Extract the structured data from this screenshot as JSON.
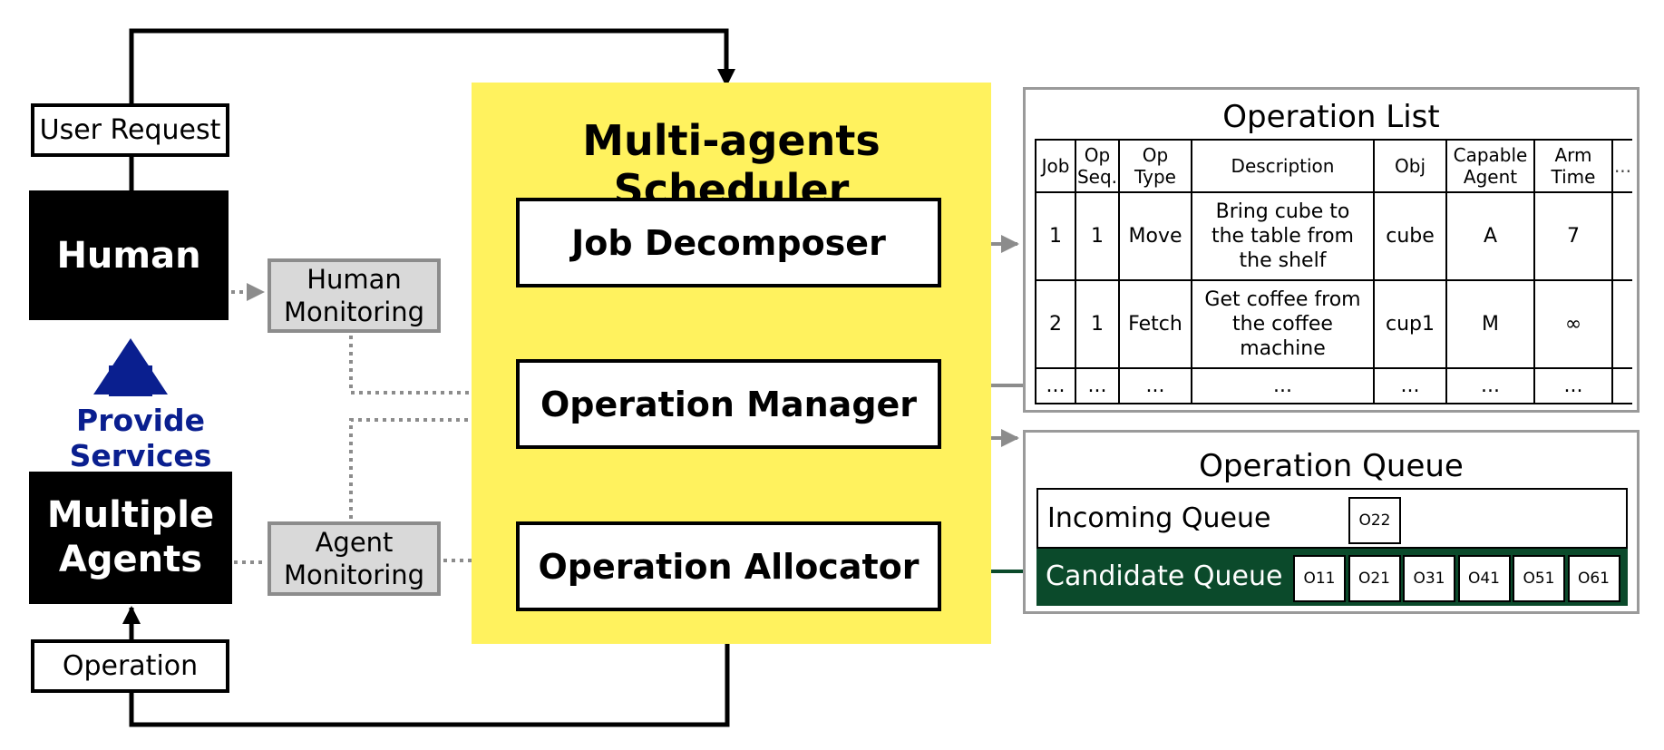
{
  "scheduler": {
    "title": "Multi-agents Scheduler",
    "background_color": "#fff25e",
    "modules": {
      "job_decomposer": "Job Decomposer",
      "operation_manager": "Operation Manager",
      "operation_allocator": "Operation Allocator"
    }
  },
  "left": {
    "user_request": "User Request",
    "human": "Human",
    "human_monitoring": [
      "Human",
      "Monitoring"
    ],
    "provide_services": "Provide Services",
    "multiple_agents": [
      "Multiple",
      "Agents"
    ],
    "agent_monitoring": [
      "Agent",
      "Monitoring"
    ],
    "operation": "Operation"
  },
  "operation_list": {
    "title": "Operation List",
    "columns": [
      [
        "Job"
      ],
      [
        "Op",
        "Seq."
      ],
      [
        "Op",
        "Type"
      ],
      [
        "Description"
      ],
      [
        "Obj"
      ],
      [
        "Capable",
        "Agent"
      ],
      [
        "Arm",
        "Time"
      ],
      [
        "..."
      ]
    ],
    "rows": [
      {
        "job": "1",
        "seq": "1",
        "type": "Move",
        "description": [
          "Bring cube to",
          "the table from",
          "the shelf"
        ],
        "obj": "cube",
        "agent": "A",
        "time": "7"
      },
      {
        "job": "2",
        "seq": "1",
        "type": "Fetch",
        "description": [
          "Get coffee from",
          "the coffee",
          "machine"
        ],
        "obj": "cup1",
        "agent": "M",
        "time": "∞"
      }
    ],
    "ellipsis": "..."
  },
  "operation_queue": {
    "title": "Operation Queue",
    "incoming_label": "Incoming Queue",
    "incoming_items": [
      "O22"
    ],
    "candidate_label": "Candidate Queue",
    "candidate_items": [
      "O11",
      "O21",
      "O31",
      "O41",
      "O51",
      "O61"
    ],
    "candidate_color": "#0b4a2b"
  },
  "colors": {
    "provide_services": "#0a1f8f",
    "monitor_fill": "#d9d9d9",
    "gray_arrow": "#8c8c8c",
    "green_arrow": "#0b4a2b"
  }
}
